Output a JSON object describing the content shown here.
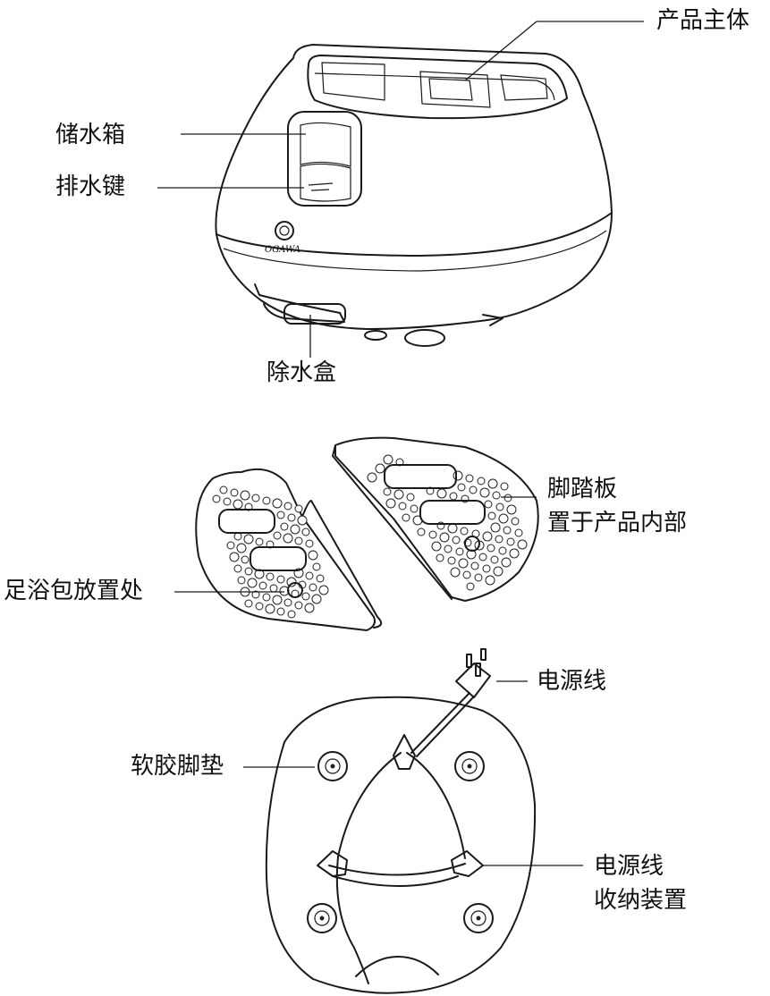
{
  "labels": {
    "main_body": "产品主体",
    "water_tank": "储水箱",
    "drain_key": "排水键",
    "water_removal_box": "除水盒",
    "footboard_line1": "脚踏板",
    "footboard_line2": "置于产品内部",
    "bath_bag_spot": "足浴包放置处",
    "power_cord": "电源线",
    "rubber_feet": "软胶脚垫",
    "cord_storage_line1": "电源线",
    "cord_storage_line2": "收纳装置"
  },
  "brand": "OGAWA"
}
